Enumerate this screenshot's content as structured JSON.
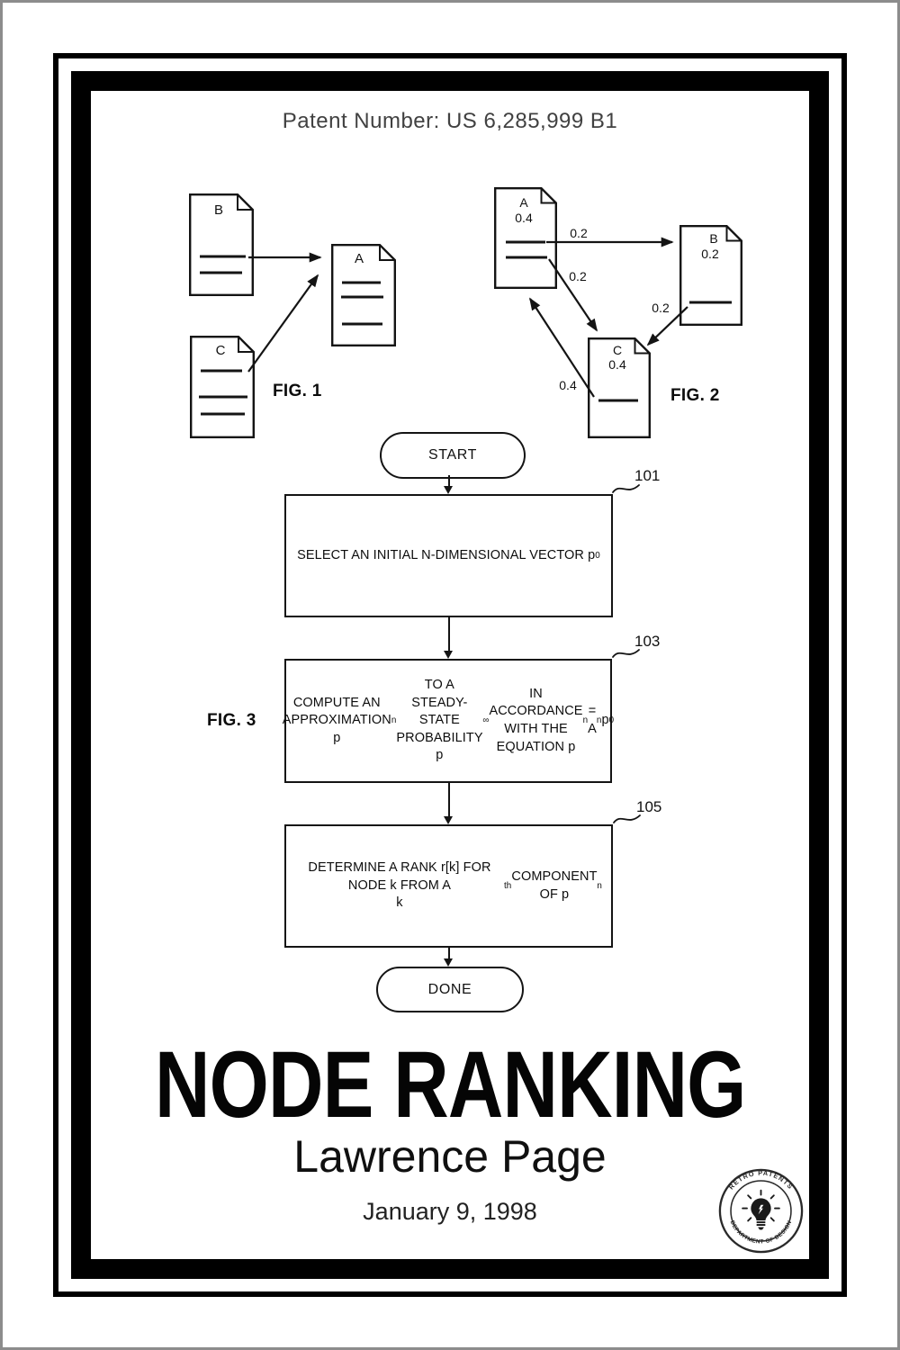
{
  "header": {
    "patent_number": "Patent Number: US 6,285,999 B1"
  },
  "fig1": {
    "label": "FIG. 1",
    "docs": {
      "a": "A",
      "b": "B",
      "c": "C"
    }
  },
  "fig2": {
    "label": "FIG. 2",
    "docs": {
      "a": {
        "letter": "A",
        "value": "0.4"
      },
      "b": {
        "letter": "B",
        "value": "0.2"
      },
      "c": {
        "letter": "C",
        "value": "0.4"
      }
    },
    "edges": {
      "a_to_b": "0.2",
      "a_to_c": "0.2",
      "b_to_c": "0.2",
      "c_to_a": "0.4"
    }
  },
  "fig3": {
    "label": "FIG. 3",
    "start_label": "START",
    "done_label": "DONE",
    "steps": [
      {
        "ref": "101",
        "html": "SELECT AN INITIAL N-DIMENSIONAL VECTOR p<sub>0</sub>"
      },
      {
        "ref": "103",
        "html": "COMPUTE AN APPROXIMATION p<sub>n</sub> TO A<br>STEADY-STATE PROBABILITY p<sub>∞</sub> IN<br>ACCORDANCE WITH THE EQUATION p<sub>n</sub> = A<sup>n</sup>p<sub>0</sub>"
      },
      {
        "ref": "105",
        "html": "DETERMINE A RANK r[k] FOR NODE k FROM A<br>k<sup>th</sup> COMPONENT OF p<sub>n</sub>"
      }
    ]
  },
  "footer": {
    "title": "NODE RANKING",
    "inventor": "Lawrence Page",
    "date": "January 9, 1998"
  },
  "stamp": {
    "top_text": "RETRO PATENTS",
    "bottom_text": "DEPARTMENT OF DESIGN",
    "icon": "lightbulb-icon"
  }
}
